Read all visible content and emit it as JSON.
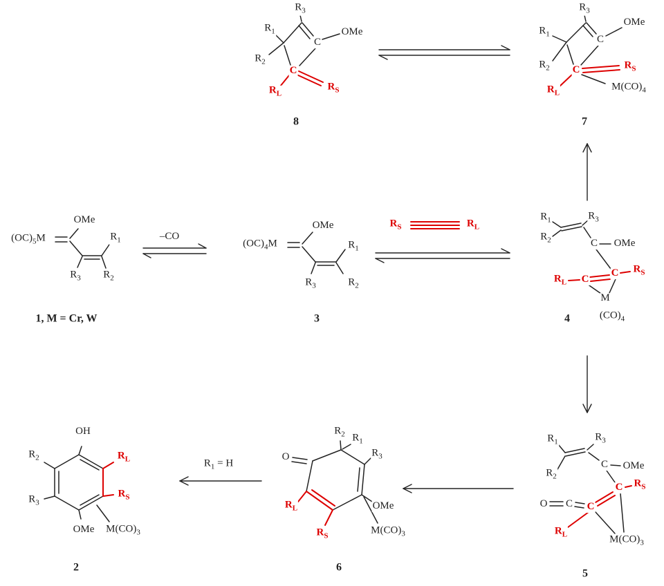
{
  "figure": {
    "description": "Dotz benzannulation reaction mechanism scheme",
    "colors": {
      "ink": "#222222",
      "highlight": "#dd0000",
      "background": "#ffffff"
    }
  },
  "structures": {
    "s1": {
      "metal": "(OC)_{5}M",
      "ome": "OMe",
      "r1": "R_{1}",
      "r2": "R_{2}",
      "r3": "R_{3}",
      "caption": "1, M = Cr, W"
    },
    "s3": {
      "metal": "(OC)_{4}M",
      "ome": "OMe",
      "r1": "R_{1}",
      "r2": "R_{2}",
      "r3": "R_{3}",
      "caption": "3"
    },
    "s8": {
      "r3": "R_{3}",
      "r1": "R_{1}",
      "r2": "R_{2}",
      "c": "C",
      "ome": "OMe",
      "c_carbene": "C",
      "rs": "R_{S}",
      "rl": "R_{L}",
      "caption": "8"
    },
    "s7": {
      "r3": "R_{3}",
      "r1": "R_{1}",
      "r2": "R_{2}",
      "c": "C",
      "ome": "OMe",
      "c_carbene": "C",
      "rs": "R_{S}",
      "rl": "R_{L}",
      "metal": "M(CO)_{4}",
      "caption": "7"
    },
    "s4": {
      "r1": "R_{1}",
      "r2": "R_{2}",
      "r3": "R_{3}",
      "c": "C",
      "ome": "OMe",
      "c1": "C",
      "c2": "C",
      "rs": "R_{S}",
      "rl": "R_{L}",
      "metal": "M",
      "metal_co": "(CO)_{4}",
      "caption": "4"
    },
    "s5": {
      "r1": "R_{1}",
      "r2": "R_{2}",
      "r3": "R_{3}",
      "c": "C",
      "ome": "OMe",
      "o": "O",
      "c_ketene": "C",
      "c1": "C",
      "c2": "C",
      "rs": "R_{S}",
      "rl": "R_{L}",
      "metal": "M(CO)_{3}",
      "caption": "5"
    },
    "s6": {
      "o": "O",
      "r2": "R_{2}",
      "r1": "R_{1}",
      "r3": "R_{3}",
      "rl": "R_{L}",
      "rs": "R_{S}",
      "ome": "OMe",
      "metal": "M(CO)_{3}",
      "caption": "6"
    },
    "s2": {
      "oh": "OH",
      "r2": "R_{2}",
      "r3": "R_{3}",
      "rl": "R_{L}",
      "rs": "R_{S}",
      "ome": "OMe",
      "metal": "M(CO)_{3}",
      "caption": "2"
    }
  },
  "reagents": {
    "co_loss": "–CO",
    "alkyne_rs": "R_{S}",
    "alkyne_rl": "R_{L}",
    "tautomerization": "R_{1} = H"
  }
}
